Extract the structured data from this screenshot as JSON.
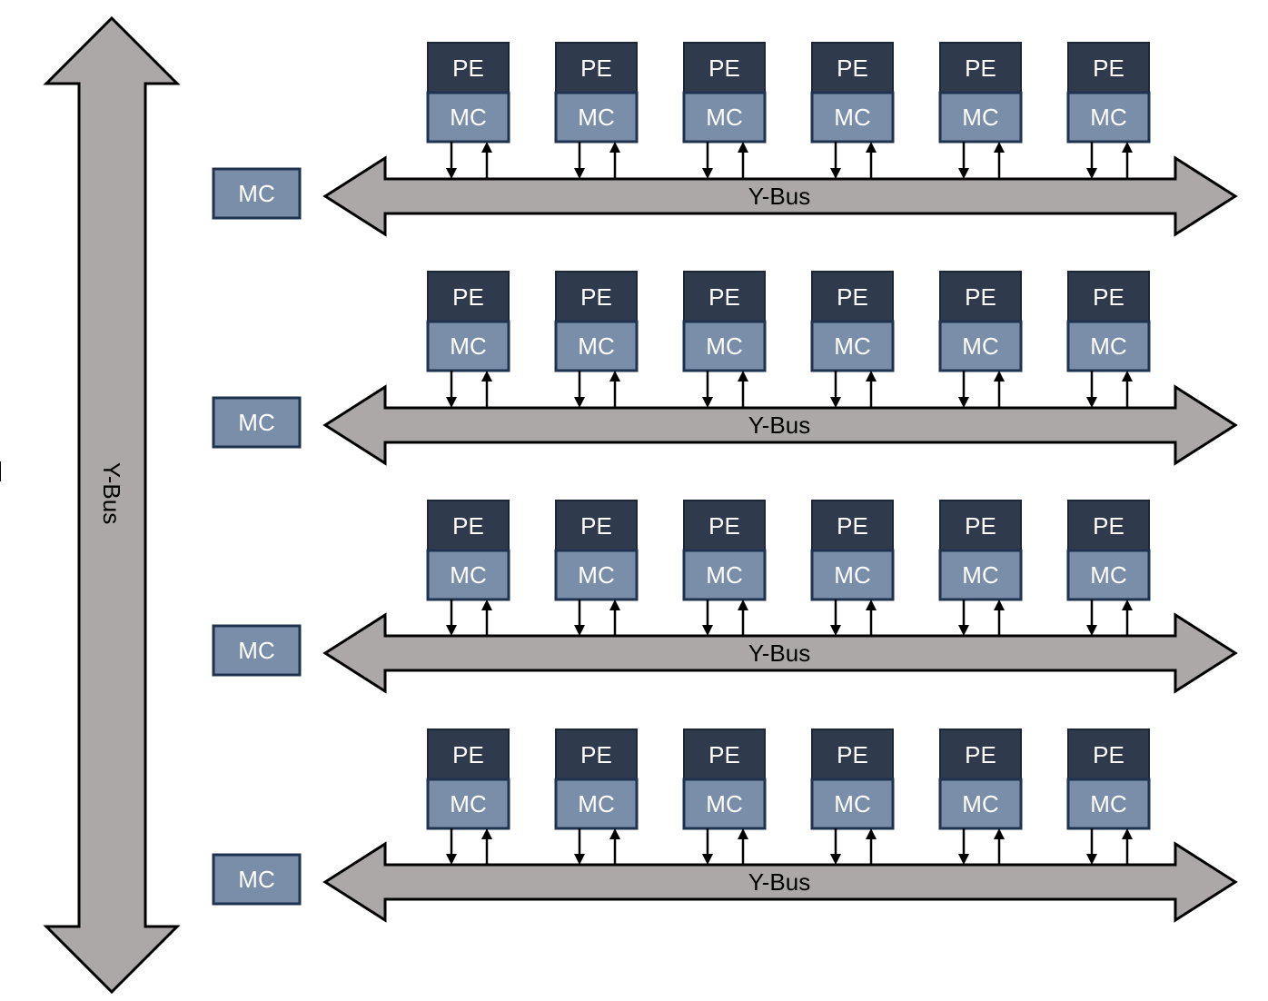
{
  "vertical_bus": {
    "label": "Y-Bus"
  },
  "rows": [
    {
      "bus_label": "Y-Bus",
      "side_mc_label": "MC",
      "nodes": [
        {
          "pe_label": "PE",
          "mc_label": "MC"
        },
        {
          "pe_label": "PE",
          "mc_label": "MC"
        },
        {
          "pe_label": "PE",
          "mc_label": "MC"
        },
        {
          "pe_label": "PE",
          "mc_label": "MC"
        },
        {
          "pe_label": "PE",
          "mc_label": "MC"
        },
        {
          "pe_label": "PE",
          "mc_label": "MC"
        }
      ]
    },
    {
      "bus_label": "Y-Bus",
      "side_mc_label": "MC",
      "nodes": [
        {
          "pe_label": "PE",
          "mc_label": "MC"
        },
        {
          "pe_label": "PE",
          "mc_label": "MC"
        },
        {
          "pe_label": "PE",
          "mc_label": "MC"
        },
        {
          "pe_label": "PE",
          "mc_label": "MC"
        },
        {
          "pe_label": "PE",
          "mc_label": "MC"
        },
        {
          "pe_label": "PE",
          "mc_label": "MC"
        }
      ]
    },
    {
      "bus_label": "Y-Bus",
      "side_mc_label": "MC",
      "nodes": [
        {
          "pe_label": "PE",
          "mc_label": "MC"
        },
        {
          "pe_label": "PE",
          "mc_label": "MC"
        },
        {
          "pe_label": "PE",
          "mc_label": "MC"
        },
        {
          "pe_label": "PE",
          "mc_label": "MC"
        },
        {
          "pe_label": "PE",
          "mc_label": "MC"
        },
        {
          "pe_label": "PE",
          "mc_label": "MC"
        }
      ]
    },
    {
      "bus_label": "Y-Bus",
      "side_mc_label": "MC",
      "nodes": [
        {
          "pe_label": "PE",
          "mc_label": "MC"
        },
        {
          "pe_label": "PE",
          "mc_label": "MC"
        },
        {
          "pe_label": "PE",
          "mc_label": "MC"
        },
        {
          "pe_label": "PE",
          "mc_label": "MC"
        },
        {
          "pe_label": "PE",
          "mc_label": "MC"
        },
        {
          "pe_label": "PE",
          "mc_label": "MC"
        }
      ]
    }
  ],
  "colors": {
    "bus_fill": "#aba8a7",
    "pe_fill": "#2f3a4c",
    "mc_fill": "#7a8ea9",
    "mc_border": "#1f3350"
  }
}
